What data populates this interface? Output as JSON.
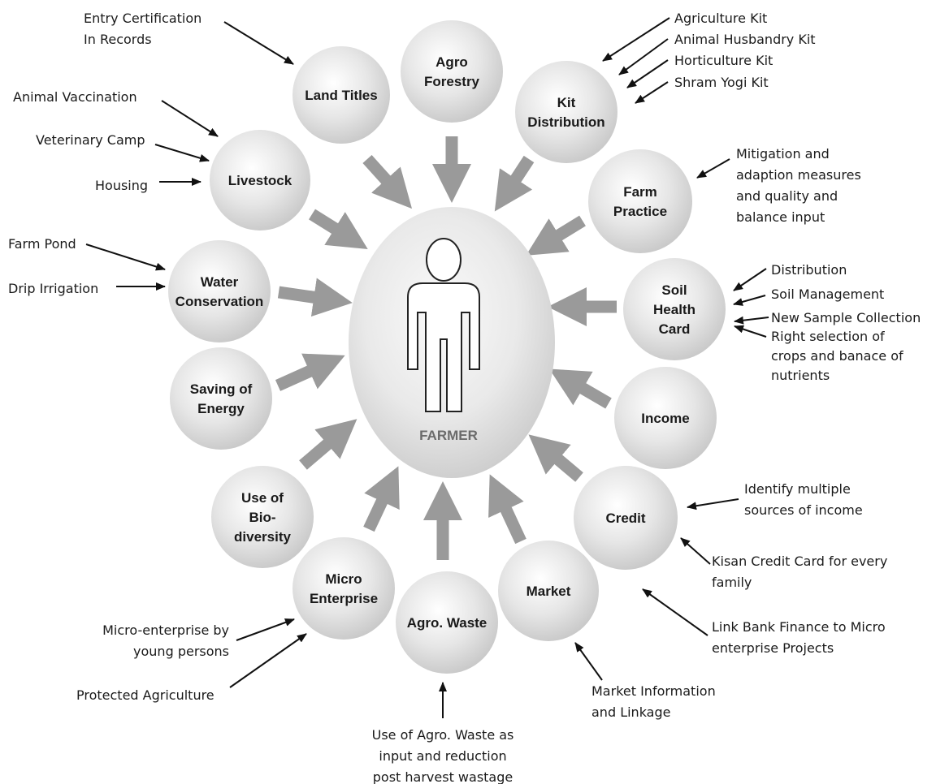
{
  "center": {
    "label": "FARMER"
  },
  "nodes": [
    {
      "id": "land-titles",
      "lines": [
        "Land Titles"
      ]
    },
    {
      "id": "agro-forestry",
      "lines": [
        "Agro",
        "Forestry"
      ]
    },
    {
      "id": "kit-distribution",
      "lines": [
        "Kit",
        "Distribution"
      ]
    },
    {
      "id": "farm-practice",
      "lines": [
        "Farm",
        "Practice"
      ]
    },
    {
      "id": "soil-health-card",
      "lines": [
        "Soil",
        "Health",
        "Card"
      ]
    },
    {
      "id": "income",
      "lines": [
        "Income"
      ]
    },
    {
      "id": "credit",
      "lines": [
        "Credit"
      ]
    },
    {
      "id": "market",
      "lines": [
        "Market"
      ]
    },
    {
      "id": "agro-waste",
      "lines": [
        "Agro. Waste"
      ]
    },
    {
      "id": "micro-enterprise",
      "lines": [
        "Micro",
        "Enterprise"
      ]
    },
    {
      "id": "use-of-biodiversity",
      "lines": [
        "Use of",
        "Bio-",
        "diversity"
      ]
    },
    {
      "id": "saving-of-energy",
      "lines": [
        "Saving of",
        "Energy"
      ]
    },
    {
      "id": "water-conservation",
      "lines": [
        "Water",
        "Conservation"
      ]
    },
    {
      "id": "livestock",
      "lines": [
        "Livestock"
      ]
    }
  ],
  "annotations": [
    {
      "id": "entry-certification",
      "lines": [
        "Entry Certification",
        "In Records"
      ]
    },
    {
      "id": "agriculture-kit",
      "lines": [
        "Agriculture Kit"
      ]
    },
    {
      "id": "animal-husbandry-kit",
      "lines": [
        "Animal Husbandry Kit"
      ]
    },
    {
      "id": "horticulture-kit",
      "lines": [
        "Horticulture Kit"
      ]
    },
    {
      "id": "shram-yogi-kit",
      "lines": [
        "Shram Yogi Kit"
      ]
    },
    {
      "id": "animal-vaccination",
      "lines": [
        "Animal Vaccination"
      ]
    },
    {
      "id": "veterinary-camp",
      "lines": [
        "Veterinary Camp"
      ]
    },
    {
      "id": "housing",
      "lines": [
        "Housing"
      ]
    },
    {
      "id": "mitigation",
      "lines": [
        "Mitigation and",
        "adaption measures",
        "and quality and",
        "balance input"
      ]
    },
    {
      "id": "farm-pond",
      "lines": [
        "Farm Pond"
      ]
    },
    {
      "id": "drip-irrigation",
      "lines": [
        "Drip Irrigation"
      ]
    },
    {
      "id": "distribution",
      "lines": [
        "Distribution"
      ]
    },
    {
      "id": "soil-management",
      "lines": [
        "Soil Management"
      ]
    },
    {
      "id": "new-sample-collection",
      "lines": [
        "New Sample Collection"
      ]
    },
    {
      "id": "right-selection",
      "lines": [
        "Right selection of",
        "crops and banace of",
        "nutrients"
      ]
    },
    {
      "id": "identify-multiple-sources",
      "lines": [
        "Identify multiple",
        "sources of income"
      ]
    },
    {
      "id": "kisan-credit-card",
      "lines": [
        "Kisan Credit Card for every",
        "family"
      ]
    },
    {
      "id": "link-bank-finance",
      "lines": [
        "Link Bank Finance to Micro",
        "enterprise Projects"
      ]
    },
    {
      "id": "micro-enterprise-young",
      "lines": [
        "Micro-enterprise by",
        "young persons"
      ]
    },
    {
      "id": "protected-agriculture",
      "lines": [
        "Protected Agriculture"
      ]
    },
    {
      "id": "use-of-agro-waste",
      "lines": [
        "Use of Agro. Waste as",
        "input and reduction",
        "post harvest wastage"
      ]
    },
    {
      "id": "market-information",
      "lines": [
        "Market Information",
        "and Linkage"
      ]
    }
  ],
  "colors": {
    "bubble_center": "#ffffff",
    "bubble_edge": "#cfcfcf",
    "flow_arrow": "#9a9a9a",
    "pointer": "#111111"
  }
}
